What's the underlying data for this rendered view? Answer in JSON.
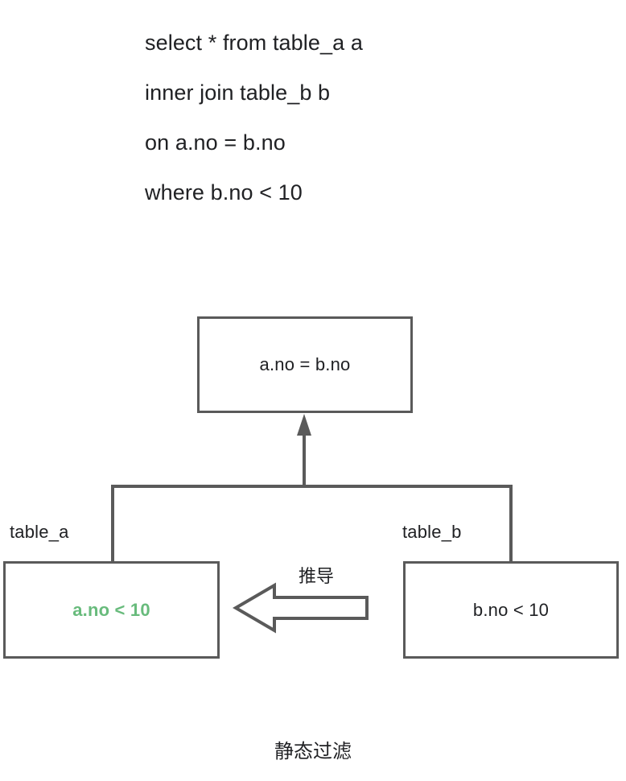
{
  "background_color": "#ffffff",
  "sql": {
    "lines": [
      "select * from table_a a",
      "inner join table_b b",
      "on a.no = b.no",
      "where b.no < 10"
    ]
  },
  "diagram": {
    "join_node": {
      "text": "a.no = b.no",
      "border_color": "#5a5a5a"
    },
    "left_branch": {
      "table_label": "table_a",
      "predicate": "a.no < 10",
      "predicate_color": "#68bb7c",
      "highlighted": true
    },
    "right_branch": {
      "table_label": "table_b",
      "predicate": "b.no < 10",
      "predicate_color": "#202124",
      "highlighted": false
    },
    "derive_arrow": {
      "label": "推导",
      "direction": "left",
      "stroke_color": "#5a5a5a"
    },
    "caption": "静态过滤"
  }
}
